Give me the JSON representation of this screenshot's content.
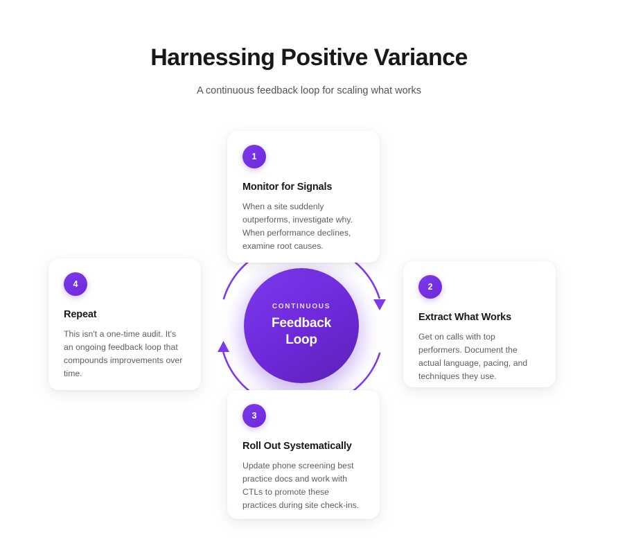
{
  "header": {
    "title": "Harnessing Positive Variance",
    "subtitle": "A continuous feedback loop for scaling what works"
  },
  "hub": {
    "eyebrow": "CONTINUOUS",
    "line1": "Feedback",
    "line2": "Loop"
  },
  "colors": {
    "accent": "#7c3aed",
    "accent_deep": "#6d28d9",
    "accent_darkest": "#5b21b6",
    "title_text": "#18181b",
    "body_text": "#5b5b66",
    "subtitle_text": "#52525b",
    "background": "#ffffff",
    "glow": "#8b5cf6"
  },
  "steps": [
    {
      "number": "1",
      "title": "Monitor for Signals",
      "body": "When a site suddenly outperforms, investigate why. When performance declines, examine root causes.",
      "position": "top"
    },
    {
      "number": "2",
      "title": "Extract What Works",
      "body": "Get on calls with top performers. Document the actual language, pacing, and techniques they use.",
      "position": "right"
    },
    {
      "number": "3",
      "title": "Roll Out Systematically",
      "body": "Update phone screening best practice docs and work with CTLs to promote these practices during site check-ins.",
      "position": "bottom"
    },
    {
      "number": "4",
      "title": "Repeat",
      "body": "This isn't a one-time audit. It's an ongoing feedback loop that compounds improvements over time.",
      "position": "left"
    }
  ],
  "loop": {
    "direction": "clockwise",
    "arc_count": 4,
    "arrowheads": [
      {
        "name": "top-arrowhead",
        "points": "right"
      },
      {
        "name": "right-arrowhead",
        "points": "down"
      },
      {
        "name": "bottom-arrowhead",
        "points": "left"
      },
      {
        "name": "left-arrowhead",
        "points": "up"
      }
    ]
  }
}
